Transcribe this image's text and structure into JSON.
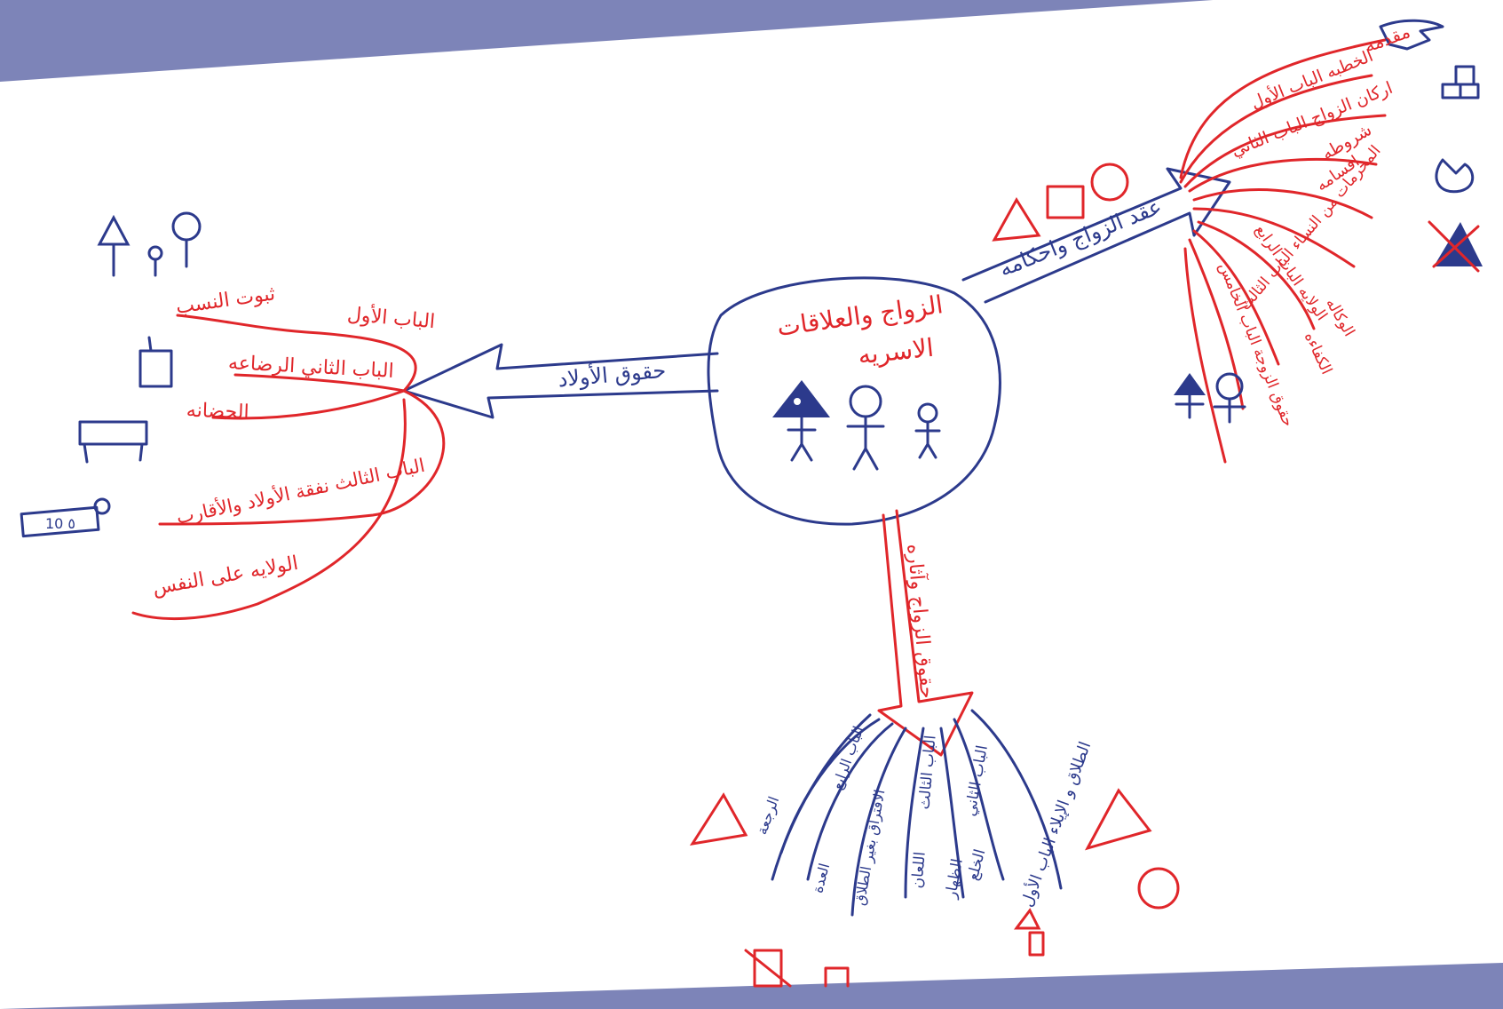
{
  "colors": {
    "frame": "#7d84b8",
    "paper": "#ffffff",
    "red_ink": "#e0262a",
    "blue_ink": "#2c3a8c"
  },
  "center": {
    "title_line1": "الزواج والعلاقات",
    "title_line2": "الاسريه"
  },
  "arrows": {
    "top_right": "عقد الزواج واحكامه",
    "left": "حقوق الأولاد",
    "bottom": "حقوق الزواج وآثاره"
  },
  "right_branch": {
    "items": [
      "مقدمه",
      "الخطبه الباب الأول",
      "اركان الزواج الباب الثاني",
      "شروطه",
      "اقسامه",
      "المحرمات من النساء الباب الثالث",
      "الولايه الباب الرابع",
      "الوكاله",
      "الكفاءه",
      "حقوق الزوجة الباب الخامس"
    ]
  },
  "left_branch": {
    "items": [
      "ثبوت النسب",
      "الباب الأول",
      "الباب الثاني الرضاعه",
      "الحضانه",
      "الباب الثالث نفقة الأولاد والأقارب",
      "الولايه على النفس"
    ],
    "money_note": "10 ٥"
  },
  "bottom_branch": {
    "items": [
      "الطلاق و الإيلاء الباب الأول",
      "الخلع",
      "الظهار",
      "الباب الثاني",
      "اللعان",
      "الباب الثالث",
      "الافتراق بغير الطلاق",
      "الباب الرابع",
      "العدة",
      "الرجعة"
    ]
  },
  "icons": [
    "hand-icon",
    "building-blocks-icon",
    "pie-piece-icon",
    "crossed-triangle-face-icon",
    "stick-figure-family-icon",
    "thumbs-up-icon",
    "table-icon",
    "banknote-icon",
    "sad-triangle-face-icon",
    "crossed-paper-icon"
  ]
}
